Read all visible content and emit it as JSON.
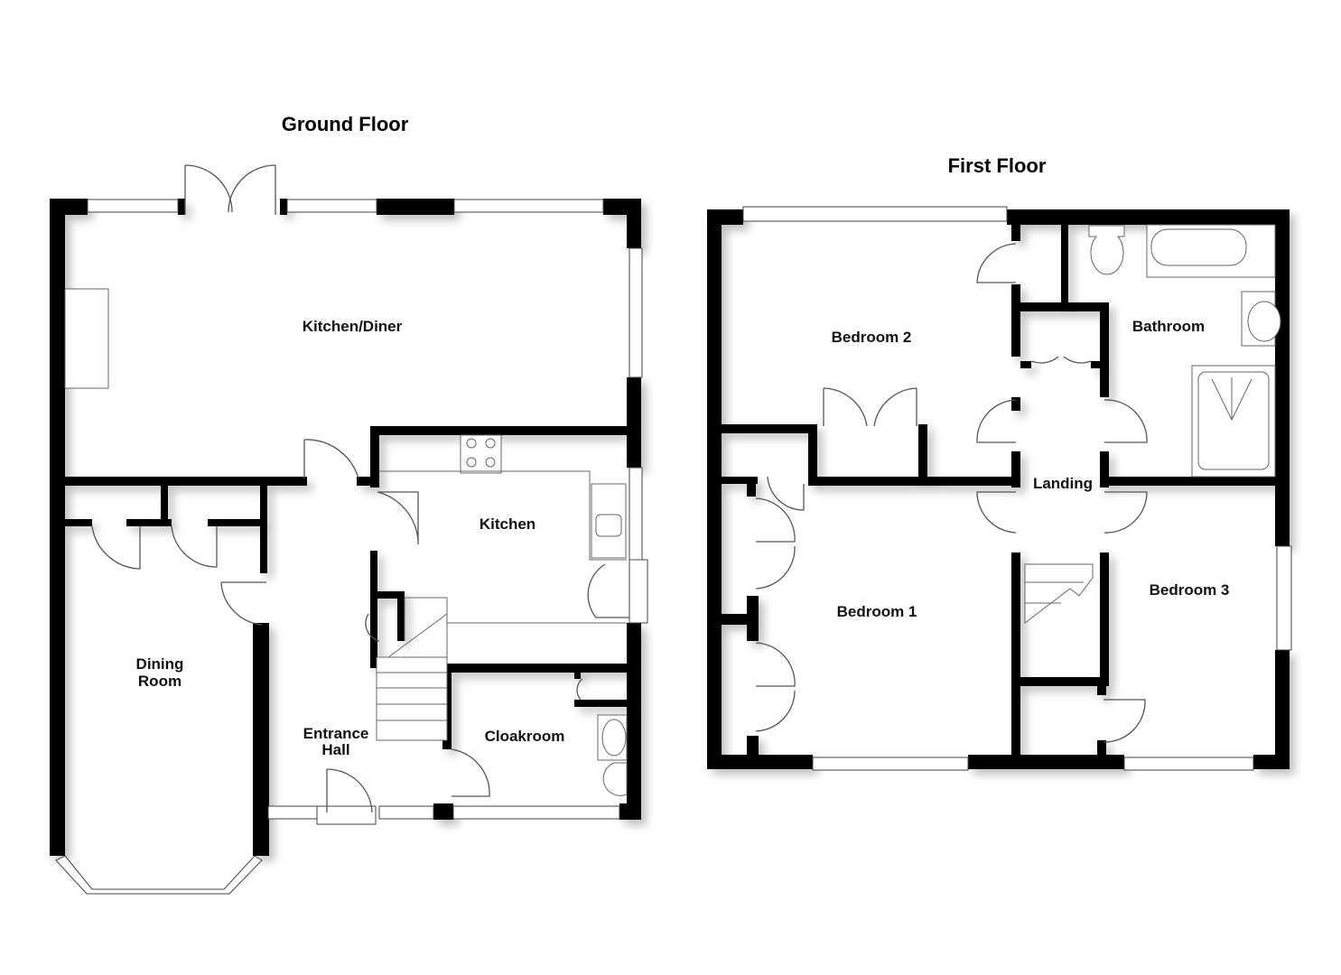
{
  "floors": [
    {
      "title": "Ground Floor",
      "rooms": [
        "Kitchen/Diner",
        "Kitchen",
        "Dining",
        "Room",
        "Entrance",
        "Hall",
        "Cloakroom"
      ]
    },
    {
      "title": "First Floor",
      "rooms": [
        "Bedroom 2",
        "Bathroom",
        "Landing",
        "Bedroom 1",
        "Bedroom 3"
      ]
    }
  ],
  "colors": {
    "wall": "#000000",
    "background": "#ffffff",
    "fixture": "#666666"
  }
}
